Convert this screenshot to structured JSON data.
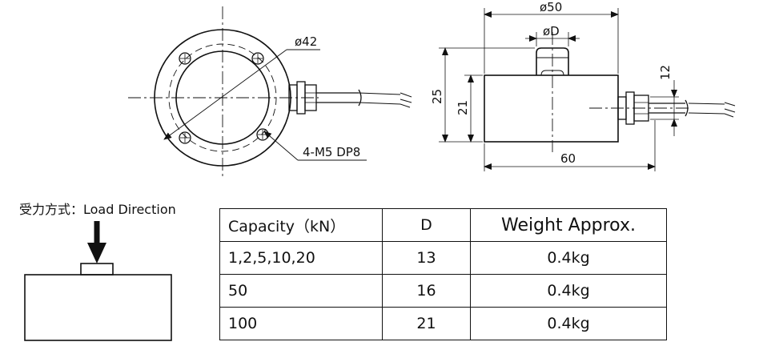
{
  "drawing": {
    "dim_flange_dia": "ø42",
    "dim_thread": "4-M5 DP8",
    "dim_outer_dia": "ø50",
    "dim_button_dia": "øD",
    "dim_height_total": "25",
    "dim_height_body": "21",
    "dim_cable_height": "12",
    "dim_length": "60"
  },
  "load_direction": {
    "label": "受力方式：Load Direction"
  },
  "spec_table": {
    "headers": [
      "Capacity（kN）",
      "D",
      "Weight  Approx."
    ],
    "rows": [
      [
        "1,2,5,10,20",
        "13",
        "0.4kg"
      ],
      [
        "50",
        "16",
        "0.4kg"
      ],
      [
        "100",
        "21",
        "0.4kg"
      ]
    ]
  }
}
